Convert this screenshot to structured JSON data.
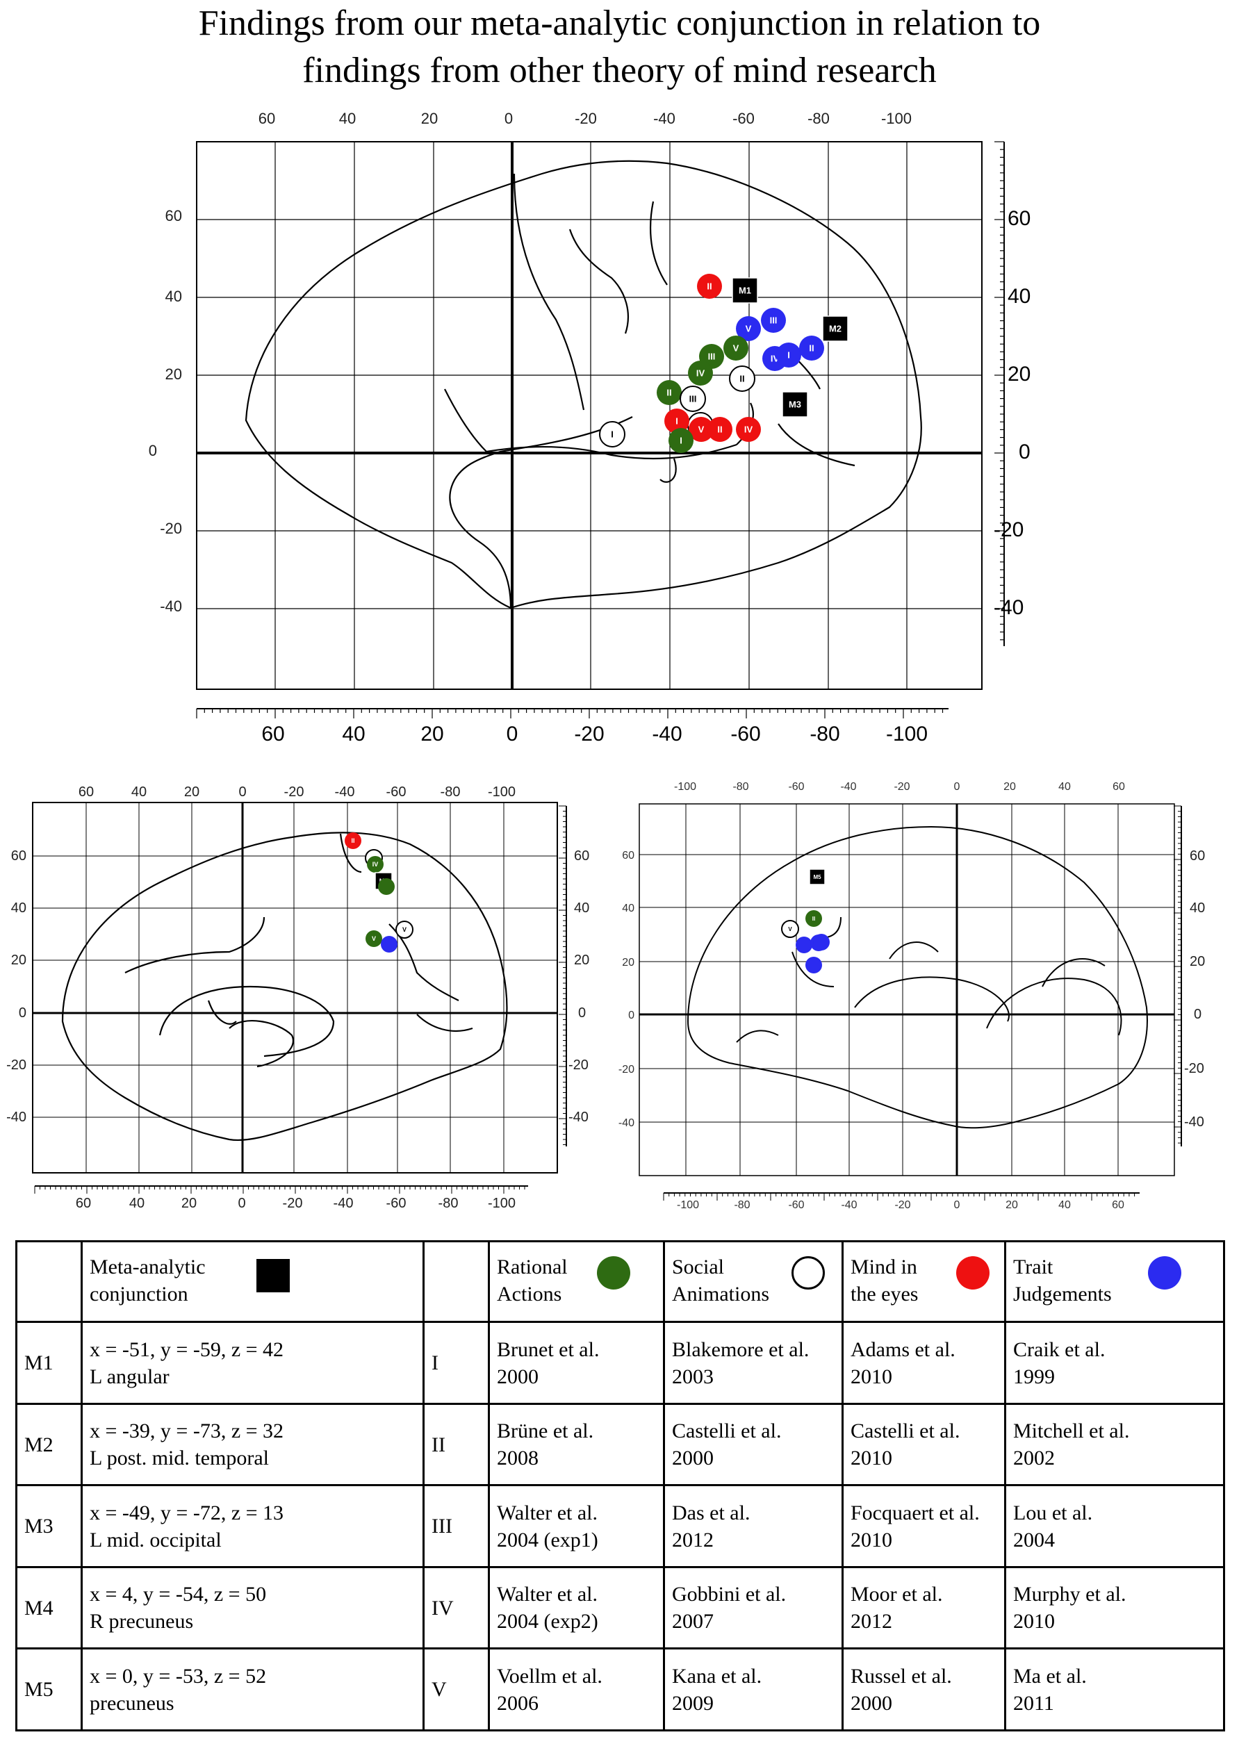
{
  "title_lines": [
    "Findings from our meta-analytic conjunction in relation to",
    "findings from other theory of mind research"
  ],
  "colors": {
    "meta": "#000000",
    "rational": "#2e6b12",
    "social": "#ffffff",
    "mind": "#ee1111",
    "trait": "#2b2bf0"
  },
  "panels": [
    {
      "id": "top",
      "top_ticks": [
        "60",
        "40",
        "20",
        "0",
        "-20",
        "-40",
        "-60",
        "-80",
        "-100"
      ],
      "bottom_ticks": [
        "60",
        "40",
        "20",
        "0",
        "-20",
        "-40",
        "-60",
        "-80",
        "-100"
      ],
      "left_ticks": [
        "60",
        "40",
        "20",
        "0",
        "-20",
        "-40"
      ],
      "right_ticks": [
        "60",
        "40",
        "20",
        "0",
        "-20",
        "-40"
      ],
      "markers": [
        {
          "kind": "meta",
          "label": "M1"
        },
        {
          "kind": "meta",
          "label": "M2"
        },
        {
          "kind": "meta",
          "label": "M3"
        },
        {
          "kind": "mind",
          "label": "II"
        },
        {
          "kind": "trait",
          "label": "V"
        },
        {
          "kind": "trait",
          "label": "III"
        },
        {
          "kind": "trait",
          "label": "IV"
        },
        {
          "kind": "trait",
          "label": "I"
        },
        {
          "kind": "trait",
          "label": "II"
        },
        {
          "kind": "rational",
          "label": "V"
        },
        {
          "kind": "rational",
          "label": "III"
        },
        {
          "kind": "rational",
          "label": "IV"
        },
        {
          "kind": "rational",
          "label": "II"
        },
        {
          "kind": "social",
          "label": "II"
        },
        {
          "kind": "social",
          "label": "III"
        },
        {
          "kind": "social",
          "label": "I"
        },
        {
          "kind": "social",
          "label": "V"
        },
        {
          "kind": "mind",
          "label": "I"
        },
        {
          "kind": "mind",
          "label": "V"
        },
        {
          "kind": "mind",
          "label": "II"
        },
        {
          "kind": "mind",
          "label": "IV"
        },
        {
          "kind": "rational",
          "label": "I"
        }
      ]
    },
    {
      "id": "bottom-left",
      "top_ticks": [
        "60",
        "40",
        "20",
        "0",
        "-20",
        "-40",
        "-60",
        "-80",
        "-100"
      ],
      "bottom_ticks": [
        "60",
        "40",
        "20",
        "0",
        "-20",
        "-40",
        "-60",
        "-80",
        "-100"
      ],
      "left_ticks": [
        "60",
        "40",
        "20",
        "0",
        "-20",
        "-40"
      ],
      "right_ticks": [
        "60",
        "40",
        "20",
        "0",
        "-20",
        "-40"
      ],
      "markers": [
        {
          "kind": "mind",
          "label": "II"
        },
        {
          "kind": "social",
          "label": ""
        },
        {
          "kind": "rational",
          "label": "IV"
        },
        {
          "kind": "meta",
          "label": "M4"
        },
        {
          "kind": "rational",
          "label": ""
        },
        {
          "kind": "social",
          "label": "V"
        },
        {
          "kind": "rational",
          "label": "V"
        },
        {
          "kind": "trait",
          "label": ""
        }
      ]
    },
    {
      "id": "bottom-right",
      "top_ticks": [
        "-100",
        "-80",
        "-60",
        "-40",
        "-20",
        "0",
        "20",
        "40",
        "60"
      ],
      "bottom_ticks": [
        "-100",
        "-80",
        "-60",
        "-40",
        "-20",
        "0",
        "20",
        "40",
        "60"
      ],
      "left_ticks": [
        "60",
        "40",
        "20",
        "0",
        "-20",
        "-40"
      ],
      "right_ticks": [
        "60",
        "40",
        "20",
        "0",
        "-20",
        "-40"
      ],
      "markers": [
        {
          "kind": "meta",
          "label": "M5"
        },
        {
          "kind": "rational",
          "label": "II"
        },
        {
          "kind": "social",
          "label": "V"
        },
        {
          "kind": "trait",
          "label": ""
        },
        {
          "kind": "trait",
          "label": ""
        },
        {
          "kind": "trait",
          "label": ""
        },
        {
          "kind": "trait",
          "label": ""
        }
      ]
    }
  ],
  "legend": {
    "header": {
      "meta_lines": [
        "Meta-analytic",
        "conjunction"
      ],
      "rational_lines": [
        "Rational",
        "Actions"
      ],
      "social_lines": [
        "Social",
        "Animations"
      ],
      "mind_lines": [
        "Mind in",
        "the eyes"
      ],
      "trait_lines": [
        "Trait",
        "Judgements"
      ]
    },
    "rows": [
      {
        "m": "M1",
        "coords": "x = -51, y = -59, z = 42",
        "region": "L angular",
        "num": "I",
        "rational": [
          "Brunet et al.",
          "2000"
        ],
        "social": [
          "Blakemore et al.",
          "2003"
        ],
        "mind": [
          "Adams et al.",
          "2010"
        ],
        "trait": [
          "Craik et al.",
          "1999"
        ]
      },
      {
        "m": "M2",
        "coords": "x = -39, y = -73, z = 32",
        "region": "L post. mid. temporal",
        "num": "II",
        "rational": [
          "Brüne et al.",
          "2008"
        ],
        "social": [
          "Castelli et al.",
          "2000"
        ],
        "mind": [
          "Castelli et al.",
          "2010"
        ],
        "trait": [
          "Mitchell et al.",
          "2002"
        ]
      },
      {
        "m": "M3",
        "coords": "x = -49, y = -72, z = 13",
        "region": "L mid. occipital",
        "num": "III",
        "rational": [
          "Walter et al.",
          "2004 (exp1)"
        ],
        "social": [
          "Das et al.",
          "2012"
        ],
        "mind": [
          "Focquaert et al.",
          "2010"
        ],
        "trait": [
          "Lou et al.",
          "2004"
        ]
      },
      {
        "m": "M4",
        "coords": "x = 4, y = -54, z = 50",
        "region": "R precuneus",
        "num": "IV",
        "rational": [
          "Walter et al.",
          "2004 (exp2)"
        ],
        "social": [
          "Gobbini et al.",
          "2007"
        ],
        "mind": [
          "Moor et al.",
          "2012"
        ],
        "trait": [
          "Murphy et al.",
          "2010"
        ]
      },
      {
        "m": "M5",
        "coords": "x = 0, y = -53, z = 52",
        "region": "precuneus",
        "num": "V",
        "rational": [
          "Voellm et al.",
          "2006"
        ],
        "social": [
          "Kana et al.",
          "2009"
        ],
        "mind": [
          "Russel et al.",
          "2000"
        ],
        "trait": [
          "Ma et al.",
          "2011"
        ]
      }
    ]
  }
}
